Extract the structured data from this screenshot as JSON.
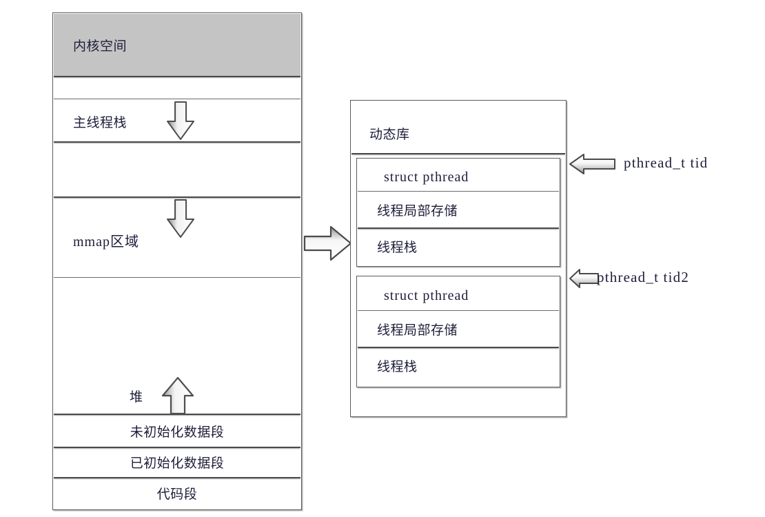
{
  "diagram": {
    "title": "Linux process virtual memory layout with pthread structures",
    "colors": {
      "kernel_band": "#c4c4c4",
      "border": "#5a5a5a",
      "separator": "#4a4a4a",
      "text": "#1d1d3a",
      "background": "#ffffff"
    }
  },
  "process_box": {
    "name": "process-address-space",
    "segments": [
      {
        "id": "kernel-space",
        "label": "内核空间",
        "shaded": true,
        "arrow": null
      },
      {
        "id": "gap-1",
        "label": "",
        "shaded": false,
        "arrow": null
      },
      {
        "id": "main-thread-stack",
        "label": "主线程栈",
        "shaded": false,
        "arrow": "down"
      },
      {
        "id": "gap-2",
        "label": "",
        "shaded": false,
        "arrow": null
      },
      {
        "id": "mmap-region",
        "label": "mmap区域",
        "shaded": false,
        "arrow": "down"
      },
      {
        "id": "heap",
        "label": "堆",
        "shaded": false,
        "arrow": "up"
      },
      {
        "id": "bss-segment",
        "label": "未初始化数据段",
        "shaded": false,
        "arrow": null
      },
      {
        "id": "data-segment",
        "label": "已初始化数据段",
        "shaded": false,
        "arrow": null
      },
      {
        "id": "text-segment",
        "label": "代码段",
        "shaded": false,
        "arrow": null
      }
    ]
  },
  "library_box": {
    "name": "dynamic-library-box",
    "header_label": "动态库",
    "threads": [
      {
        "id": "thread-1",
        "rows": [
          {
            "id": "struct-pthread-1",
            "label": "struct pthread",
            "mono": true
          },
          {
            "id": "tls-1",
            "label": "线程局部存储",
            "mono": false
          },
          {
            "id": "thread-stack-1",
            "label": "线程栈",
            "mono": false
          }
        ],
        "callout": "pthread_t tid"
      },
      {
        "id": "thread-2",
        "rows": [
          {
            "id": "struct-pthread-2",
            "label": "struct pthread",
            "mono": true
          },
          {
            "id": "tls-2",
            "label": "线程局部存储",
            "mono": false
          },
          {
            "id": "thread-stack-2",
            "label": "线程栈",
            "mono": false
          }
        ],
        "callout": "pthread_t tid2"
      }
    ]
  },
  "connector": {
    "name": "mmap-to-library-arrow",
    "direction": "right"
  }
}
